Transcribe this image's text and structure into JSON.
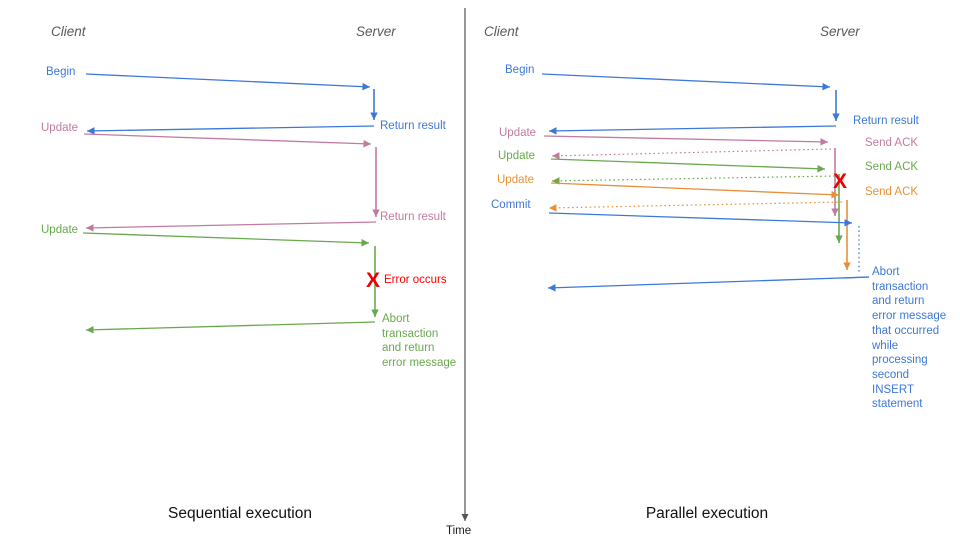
{
  "palette": {
    "blue": "#3d78d8",
    "pink": "#c27ba0",
    "green": "#6aa84f",
    "orange": "#e69138",
    "red": "#ff0000",
    "header_gray": "#595959",
    "axis_gray": "#555555"
  },
  "time_axis": {
    "label": "Time"
  },
  "left": {
    "title": "Sequential execution",
    "client_header": "Client",
    "server_header": "Server",
    "begin": "Begin",
    "begin_return": "Return result",
    "update1": "Update",
    "update1_return": "Return result",
    "update2": "Update",
    "error_mark": "X",
    "error_label": "Error occurs",
    "abort": "Abort\ntransaction\nand return\nerror message"
  },
  "right": {
    "title": "Parallel execution",
    "client_header": "Client",
    "server_header": "Server",
    "begin": "Begin",
    "begin_return": "Return result",
    "update1": "Update",
    "update1_ack": "Send ACK",
    "update2": "Update",
    "update2_ack": "Send ACK",
    "update3": "Update",
    "update3_ack": "Send ACK",
    "commit": "Commit",
    "error_mark": "X",
    "abort": "Abort\ntransaction\nand return\nerror message\nthat occurred\nwhile\nprocessing\nsecond\nINSERT\nstatement"
  }
}
